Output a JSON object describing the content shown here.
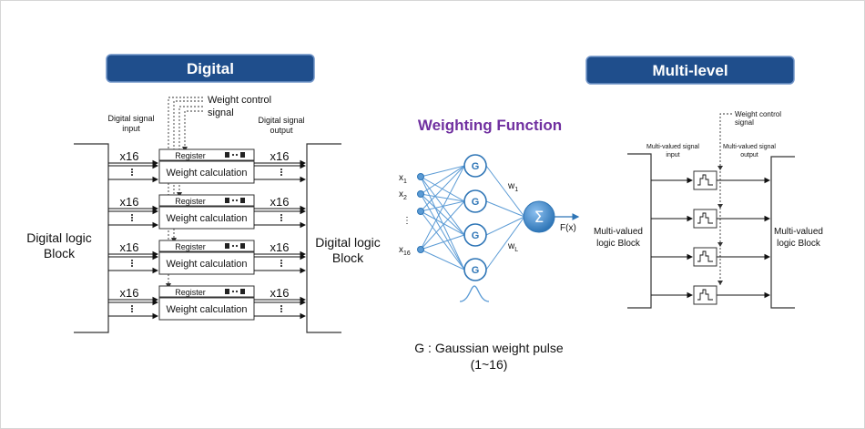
{
  "headers": {
    "digital": "Digital",
    "multilevel": "Multi-level"
  },
  "digital": {
    "weight_control_signal": [
      "Weight control",
      "signal"
    ],
    "digital_signal_input": [
      "Digital signal",
      "input"
    ],
    "digital_signal_output": [
      "Digital signal",
      "output"
    ],
    "left_block": [
      "Digital logic",
      "Block"
    ],
    "right_block": [
      "Digital logic",
      "Block"
    ],
    "multiplier": "x16",
    "register_label": "Register",
    "weight_calc_label": "Weight calculation",
    "rows": 4
  },
  "weighting": {
    "title": "Weighting  Function",
    "inputs": [
      "x1",
      "x2",
      "x16"
    ],
    "node_label": "G",
    "w1": "w1",
    "wL": "wL",
    "sum_symbol": "Σ",
    "output": "F(x)",
    "caption_line1": "G : Gaussian weight pulse",
    "caption_line2": "(1~16)"
  },
  "multilevel": {
    "weight_control_signal": [
      "Weight control",
      "signal"
    ],
    "input_label": [
      "Multi-valued signal",
      "input"
    ],
    "output_label": [
      "Multi-valued signal",
      "output"
    ],
    "left_block": [
      "Multi-valued",
      "logic Block"
    ],
    "right_block": [
      "Multi-valued",
      "logic Block"
    ],
    "rows": 4
  },
  "colors": {
    "header_fill": "#1f4e8c",
    "node_fill": "#5b9bd5",
    "node_stroke": "#2e75b6",
    "title_purple": "#7030a0"
  }
}
